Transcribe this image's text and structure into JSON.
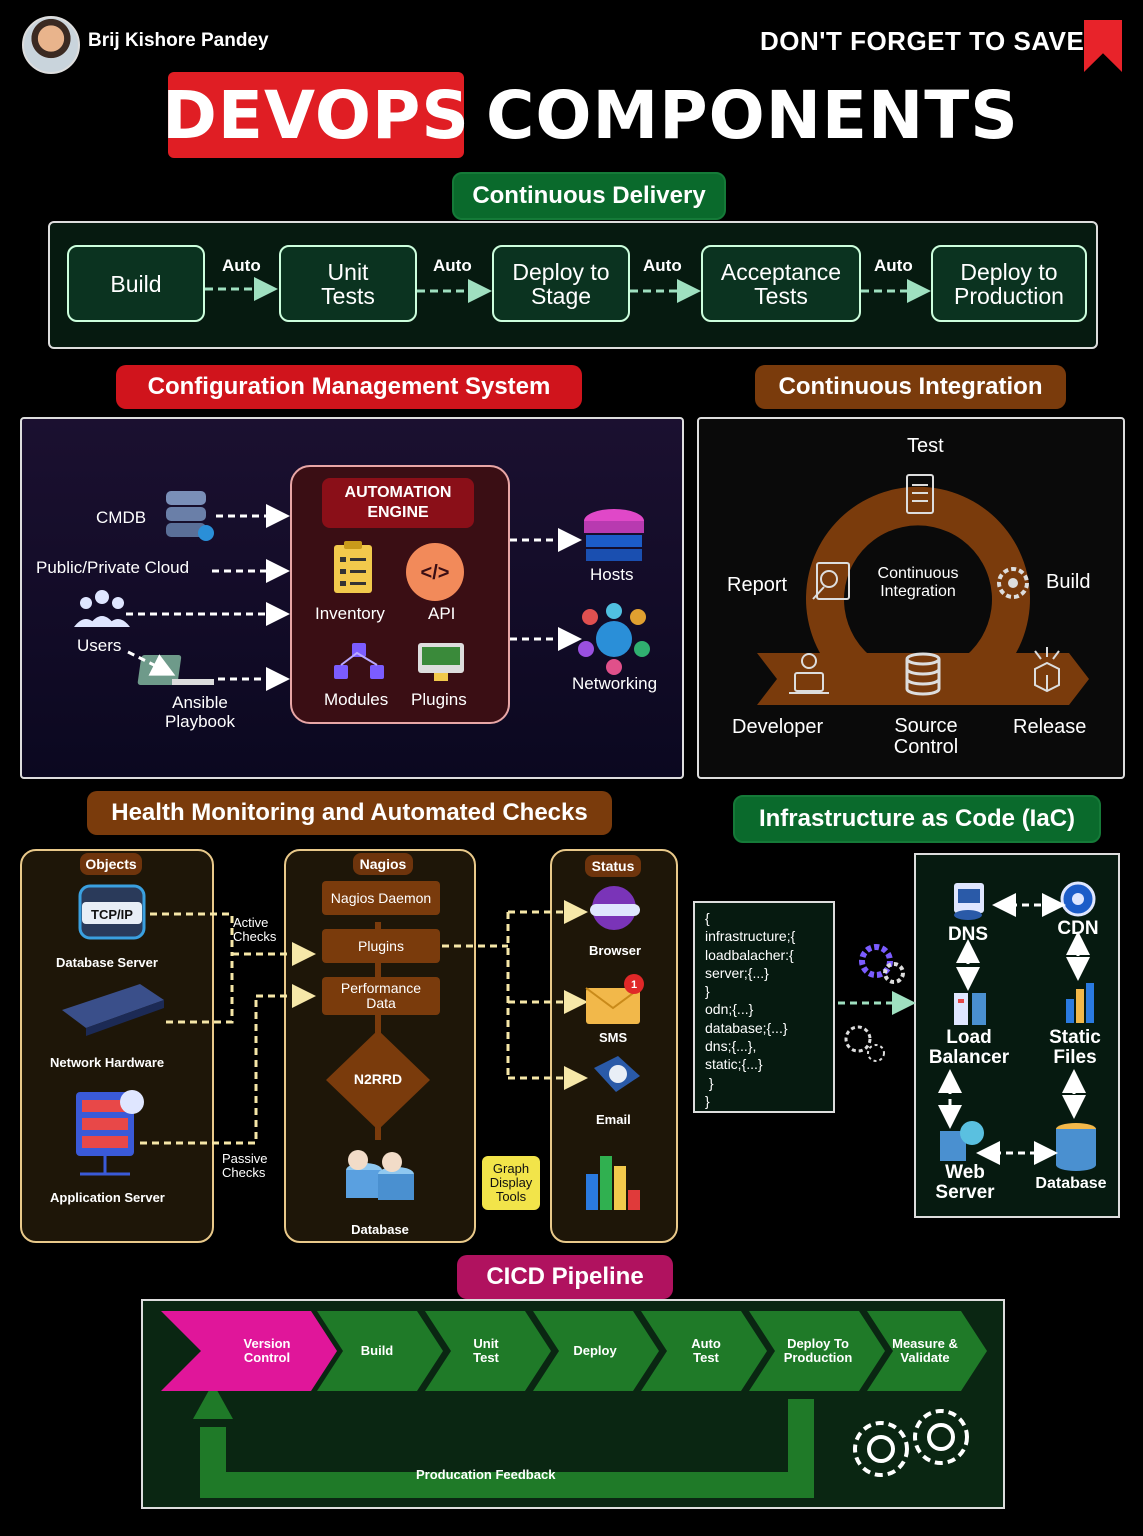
{
  "header": {
    "author": "Brij Kishore Pandey",
    "save_text": "DON'T FORGET TO SAVE",
    "title_highlight": "DEVOPS",
    "title_rest": "COMPONENTS"
  },
  "continuous_delivery": {
    "title": "Continuous Delivery",
    "steps": [
      "Build",
      "Unit Tests",
      "Deploy to Stage",
      "Acceptance Tests",
      "Deploy to Production"
    ],
    "connector": "Auto"
  },
  "configuration_management": {
    "title": "Configuration Management System",
    "inputs": [
      "CMDB",
      "Public/Private Cloud",
      "Users",
      "Ansible Playbook"
    ],
    "engine_title": "AUTOMATION ENGINE",
    "engine_items": [
      "Inventory",
      "API",
      "Modules",
      "Plugins"
    ],
    "outputs": [
      "Hosts",
      "Networking"
    ]
  },
  "continuous_integration": {
    "title": "Continuous Integration",
    "center": "Continuous Integration",
    "stages": [
      "Test",
      "Build",
      "Report",
      "Developer",
      "Source Control",
      "Release"
    ]
  },
  "health_monitoring": {
    "title": "Health Monitoring and Automated Checks",
    "objects_title": "Objects",
    "objects": [
      "Database Server",
      "Network Hardware",
      "Application Server"
    ],
    "tcp_label": "TCP/IP",
    "active_checks": "Active Checks",
    "passive_checks": "Passive Checks",
    "nagios_title": "Nagios",
    "nagios_items": [
      "Nagios Daemon",
      "Plugins",
      "Performance Data",
      "N2RRD",
      "Database"
    ],
    "graph_tools": "Graph Display Tools",
    "status_title": "Status",
    "status_items": [
      "Browser",
      "SMS",
      "Email"
    ],
    "sms_badge": "1"
  },
  "iac": {
    "title": "Infrastructure as Code (IaC)",
    "code_lines": [
      "{",
      "infrastructure;{",
      "loadbalacher:{",
      "server;{...}",
      "}",
      "odn;{...}",
      "database;{...}",
      "dns;{...},",
      "static;{...}",
      " }",
      "}"
    ],
    "nodes": [
      "DNS",
      "CDN",
      "Load Balancer",
      "Static Files",
      "Web Server",
      "Database"
    ]
  },
  "cicd": {
    "title": "CICD Pipeline",
    "stages": [
      "Version Control",
      "Build",
      "Unit Test",
      "Deploy",
      "Auto Test",
      "Deploy To Production",
      "Measure & Validate"
    ],
    "feedback": "Producation Feedback"
  },
  "colors": {
    "red": "#e01e24",
    "green": "#0a6a2c",
    "brown": "#7a3b0c",
    "magenta": "#b0125f",
    "cicd_green": "#1f7a28",
    "cicd_magenta": "#e0169a"
  }
}
